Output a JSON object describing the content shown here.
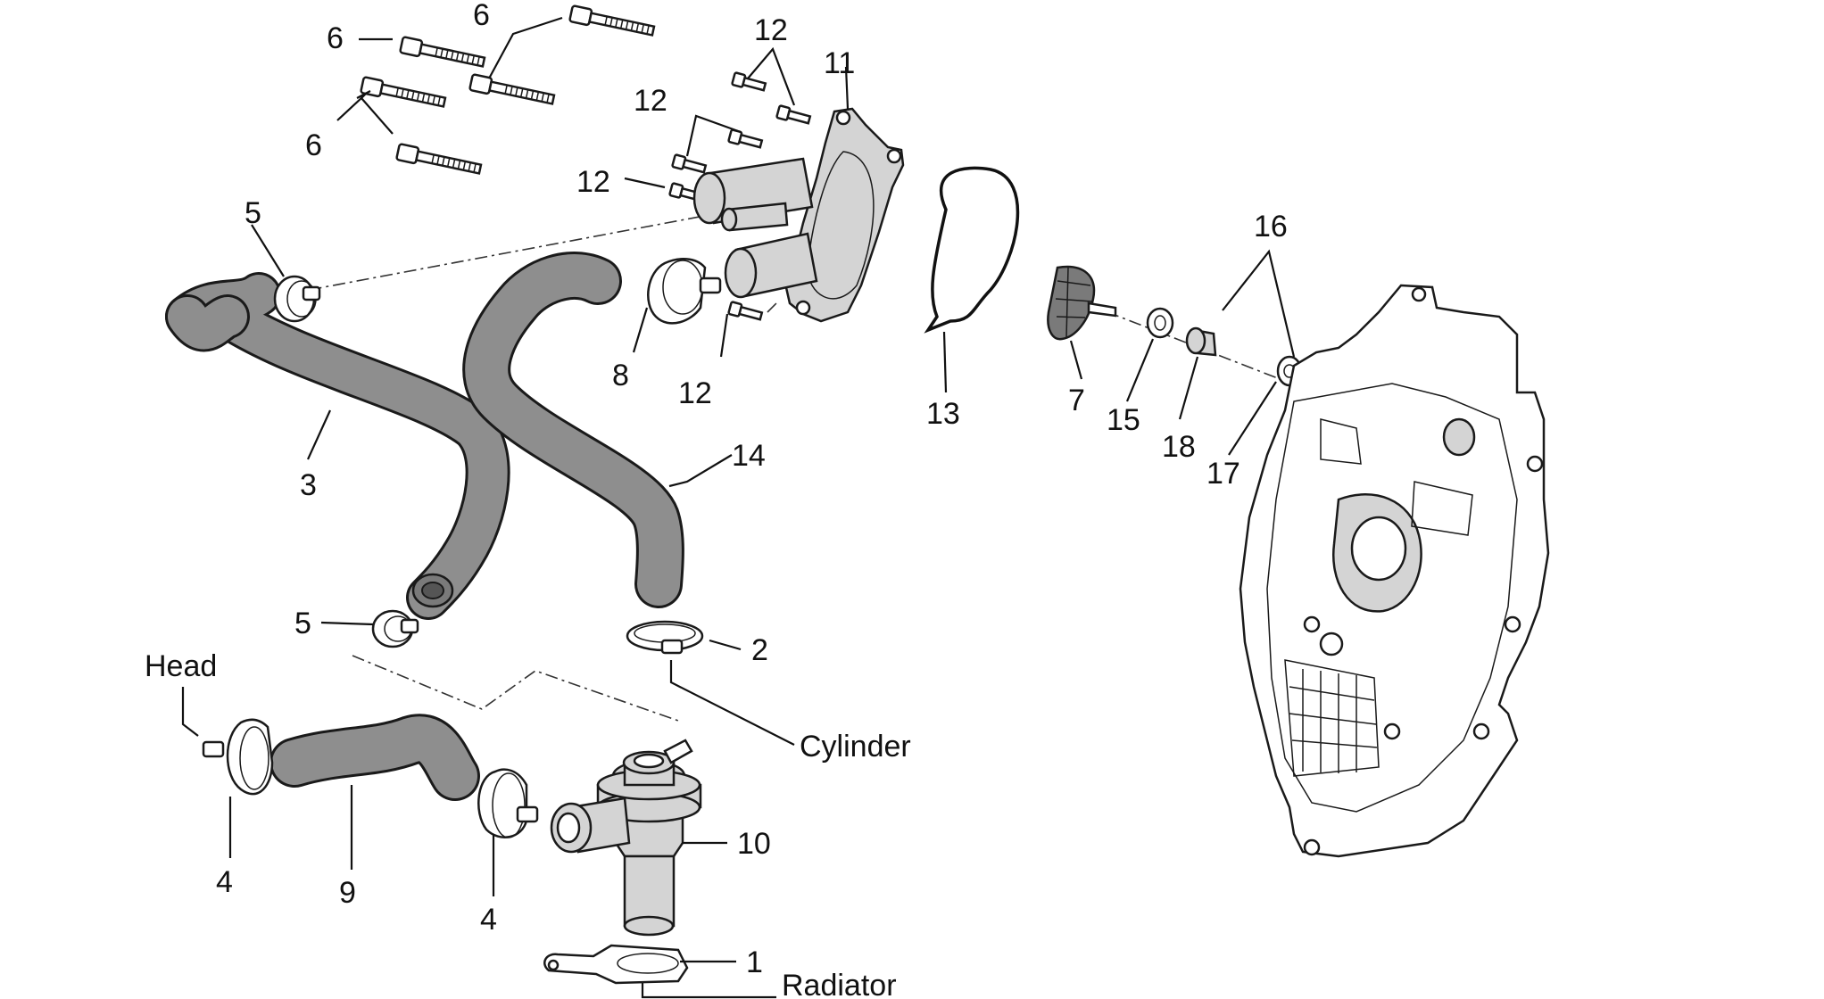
{
  "callouts": {
    "c1": "1",
    "c2": "2",
    "c3": "3",
    "c4a": "4",
    "c4b": "4",
    "c5a": "5",
    "c5b": "5",
    "c6a": "6",
    "c6b": "6",
    "c6c": "6",
    "c7": "7",
    "c8": "8",
    "c9": "9",
    "c10": "10",
    "c11": "11",
    "c12a": "12",
    "c12b": "12",
    "c12c": "12",
    "c12d": "12",
    "c13": "13",
    "c14": "14",
    "c15": "15",
    "c16": "16",
    "c17": "17",
    "c18": "18"
  },
  "labels": {
    "head": "Head",
    "cylinder": "Cylinder",
    "radiator": "Radiator"
  },
  "colors": {
    "hose": "#8e8e8e",
    "outline": "#1a1a1a",
    "cover": "#d4d4d4"
  }
}
